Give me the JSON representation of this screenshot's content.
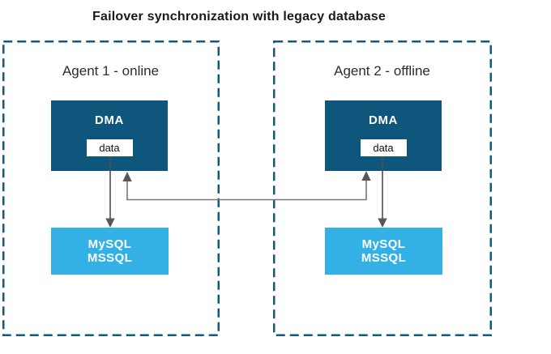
{
  "title": "Failover synchronization with legacy database",
  "agents": [
    {
      "label": "Agent 1 - online",
      "dma_label": "DMA",
      "data_label": "data",
      "db_label_top": "MySQL",
      "db_label_bottom": "MSSQL"
    },
    {
      "label": "Agent 2 - offline",
      "dma_label": "DMA",
      "data_label": "data",
      "db_label_top": "MySQL",
      "db_label_bottom": "MSSQL"
    }
  ],
  "colors": {
    "dma_fill": "#0f567d",
    "db_fill": "#33b1e7",
    "dashed_border": "#15597f",
    "flow_line": "#4d4e50",
    "sync_line": "#77787b",
    "arrowhead": "#58595b",
    "label_text": "#2d2d2d",
    "title_text": "#1a1a1a"
  }
}
